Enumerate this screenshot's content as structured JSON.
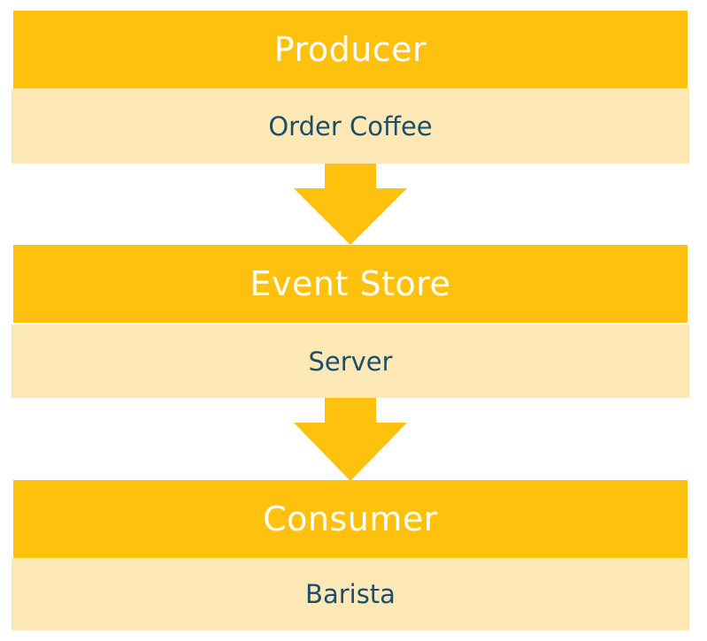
{
  "stages": [
    {
      "title": "Producer",
      "detail": "Order Coffee"
    },
    {
      "title": "Event Store",
      "detail": "Server"
    },
    {
      "title": "Consumer",
      "detail": "Barista"
    }
  ],
  "colors": {
    "header_bg": "#FDC10E",
    "detail_bg": "#FEE8B6",
    "header_text": "#FFFFFF",
    "detail_text": "#1C4E6B",
    "arrow": "#FDC10E"
  },
  "connectors": [
    {
      "icon": "down-arrow-icon"
    },
    {
      "icon": "down-arrow-icon"
    }
  ]
}
